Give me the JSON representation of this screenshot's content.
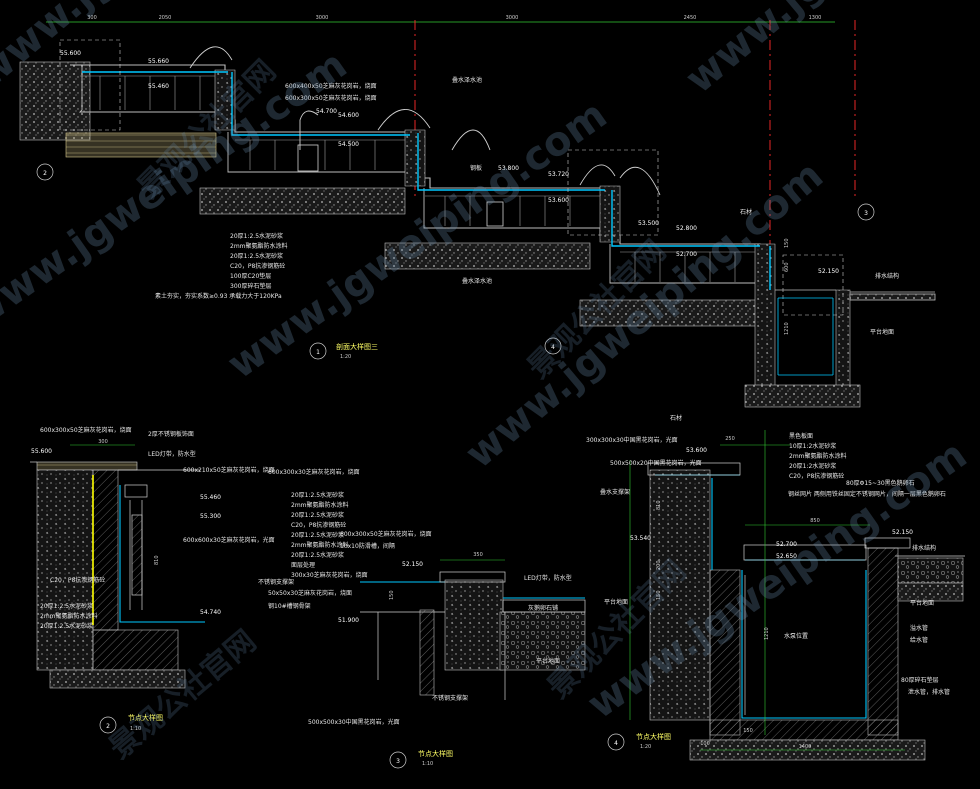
{
  "colors": {
    "background": "#000000",
    "line": "#d0d0d0",
    "water": "#00c8ff",
    "dim": "#33cc33",
    "red": "#ff2b2b",
    "yellow": "#ffff00",
    "watermark": "#6a8fb0"
  },
  "watermark": {
    "url": "www.jgweiping.com",
    "site_name": "景观公社官网"
  },
  "top_dims": [
    "300",
    "2050",
    "3000",
    "3000",
    "2450",
    "1300"
  ],
  "section1": {
    "title": "剖面大样图三",
    "number": "1",
    "scale": "1:20",
    "elevations": [
      "55.600",
      "55.660",
      "55.460",
      "54.700",
      "54.600",
      "54.500",
      "53.800",
      "53.720",
      "53.600",
      "53.500",
      "52.800",
      "52.700",
      "52.150"
    ],
    "callouts": [
      "600x400x50芝麻灰花岗岩，烧面",
      "600x300x50芝麻灰花岗岩，烧面",
      "叠水泽水池",
      "钢板",
      "叠水泽水池",
      "石材",
      "排水结构"
    ],
    "layers": [
      "20厚1:2.5水泥砂浆",
      "2mm聚氨酯防水涂料",
      "20厚1:2.5水泥砂浆",
      "C20，P8抗渗钢筋砼",
      "100厚C20垫层",
      "300厚碎石垫层",
      "素土夯实，夯实系数≥0.93 承载力大于120KPa"
    ],
    "markers": [
      "2",
      "3",
      "4"
    ],
    "vdims": [
      "150",
      "600",
      "1210"
    ],
    "misc": [
      "平台地面"
    ]
  },
  "detail2": {
    "title": "节点大样图",
    "number": "2",
    "scale": "1:10",
    "elevations": [
      "55.600",
      "55.460",
      "55.300",
      "54.740"
    ],
    "labels": [
      "600x300x50芝麻灰花岗岩，烧面",
      "2厚不锈钢板饰面",
      "LED灯带，防水型",
      "600x210x50芝麻灰花岗岩，烧面",
      "600x300x30芝麻灰花岗岩，烧面",
      "600x600x30芝麻灰花岗岩，光面",
      "不锈钢支撑架",
      "50x50x30芝麻灰花岗岩，烧面",
      "20厚1:2.5水泥砂浆",
      "2mm聚氨酯防水涂料",
      "20厚1:2.5水泥砂浆",
      "C20，P8抗渗钢筋砼",
      "20厚1:2.5水泥砂浆",
      "2mm聚氨酯防水涂料",
      "20厚1:2.5水泥砂浆",
      "面层处理",
      "300x30芝麻灰花岗岩，烧面",
      "钢10#槽钢骨架",
      "C20，P8抗渗钢筋砼",
      "20厚1:2.5水泥砂浆",
      "2mm聚氨酯防水涂料",
      "20厚1:2.5水泥砂浆"
    ],
    "dims": [
      "300",
      "810"
    ]
  },
  "detail3": {
    "title": "节点大样图",
    "number": "3",
    "scale": "1:10",
    "elevations": [
      "52.150",
      "51.900"
    ],
    "labels": [
      "600x300x50芝麻灰花岗岩，烧面",
      "10x10防滑槽，间隔",
      "LED灯带，防水型",
      "灰鹅卵石铺",
      "平台地面",
      "不锈钢支撑架",
      "500x500x30中国黑花岗岩，光面"
    ],
    "dims": [
      "350",
      "150"
    ]
  },
  "detail4": {
    "title": "节点大样图",
    "number": "4",
    "scale": "1:20",
    "elevations": [
      "53.600",
      "53.540",
      "52.150",
      "52.700",
      "52.650"
    ],
    "labels": [
      "石材",
      "300x300x30中国黑花岗岩，光面",
      "500x500x20中国黑花岗岩，光面",
      "黑色板面",
      "10厚1:2水泥砂浆",
      "2mm聚氨酯防水涂料",
      "20厚1:2水泥砂浆",
      "C20，P8抗渗钢筋砼",
      "80厚Φ15~30黑色鹅卵石",
      "钢丝网片 两侧用铁丝固定不锈钢网片，间隔一层黑色鹅卵石",
      "叠水支撑架",
      "平台地面",
      "排水结构",
      "平台地面",
      "溢水管",
      "给水管",
      "泄水管，排水管",
      "80厚碎石垫层",
      "水泵位置"
    ],
    "dims": [
      "250",
      "810",
      "850",
      "200",
      "150",
      "1210",
      "150",
      "1400",
      "100"
    ]
  }
}
